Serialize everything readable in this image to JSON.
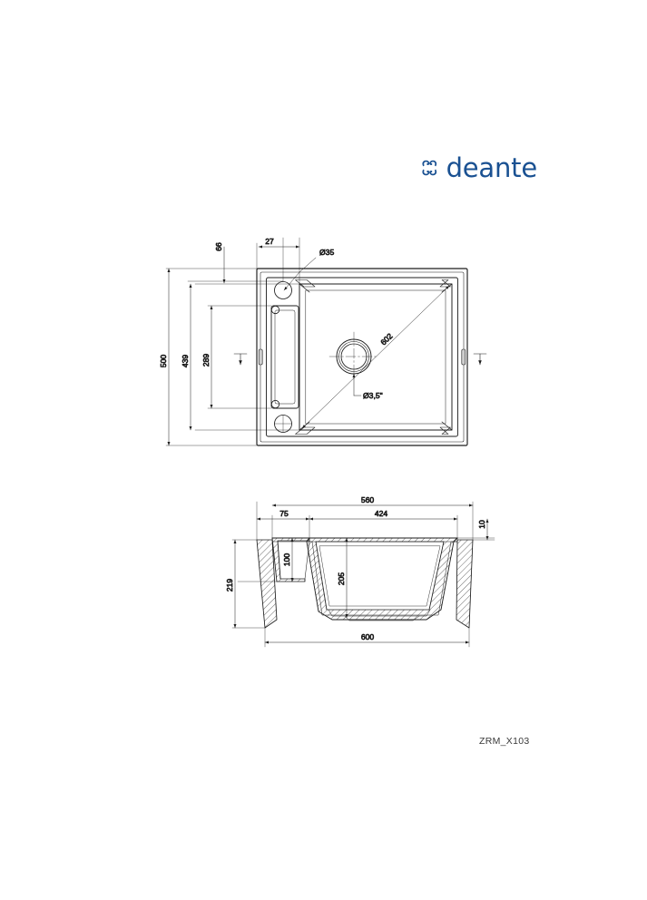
{
  "document": {
    "product_code": "ZRM_X103",
    "brand_name": "deante",
    "brand_color": "#1a5192",
    "background_color": "#ffffff",
    "line_color": "#1c1c1c"
  },
  "brand": {
    "wordmark": "deante",
    "mark_icon": "deante-clover-icon"
  },
  "top_view": {
    "title": "Top view of kitchen sink with drainer board",
    "dimensions": {
      "overall_height": "500",
      "bowl_span": "439",
      "inner_span": "289",
      "edge_offset": "66",
      "hole_offset": "27",
      "tap_hole_diameter": "Ø35",
      "diagonal": "602",
      "drain_diameter": "Ø3,5\""
    }
  },
  "section_view": {
    "title": "Cross-section view of sink",
    "dimensions": {
      "top_width": "560",
      "drainer_width": "75",
      "bowl_width": "424",
      "rim_thickness": "10",
      "total_depth": "219",
      "drainer_depth": "100",
      "bowl_depth": "205",
      "outer_width": "600"
    }
  }
}
